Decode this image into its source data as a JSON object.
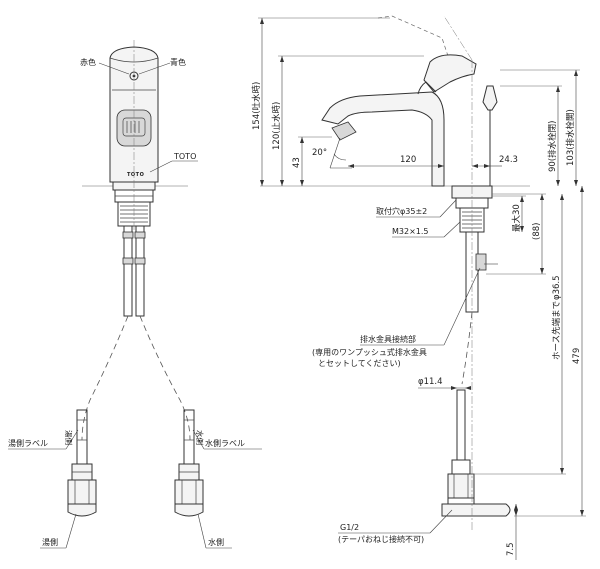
{
  "front_view": {
    "labels": {
      "red": "赤色",
      "blue": "青色",
      "brand": "TOTO",
      "hot_label": "湯側ラベル",
      "cold_label": "水側ラベル",
      "hot_side": "湯側",
      "cold_side": "水側",
      "hot_tag": "湯側",
      "cold_tag": "水側"
    },
    "brand_plate": "TOTO"
  },
  "side_view": {
    "dimensions": {
      "total_height": "154(吐水時)",
      "height_stopped": "120(止水時)",
      "spout_height": "43",
      "drain_lever_height": "90(排水栓閉)",
      "drain_lever_open": "103(排水栓開)",
      "reach": "120",
      "offset": "24.3",
      "angle": "20°",
      "max_thickness": "最大30",
      "ref_88": "(88)",
      "hose_length_label": "ホース先端まで",
      "hose_dia": "φ36.5",
      "total_hose": "479",
      "wire_dia": "φ11.4",
      "bottom_gap": "7.5"
    },
    "callouts": {
      "mount_hole": "取付穴φ35±2",
      "thread": "M32×1.5",
      "drain_connection": "排水金具接続部",
      "drain_note_1": "(専用のワンプッシュ式排水金具",
      "drain_note_2": "とセットしてください)",
      "pipe_thread": "G1/2",
      "pipe_note": "(テーパおねじ接続不可)"
    }
  }
}
